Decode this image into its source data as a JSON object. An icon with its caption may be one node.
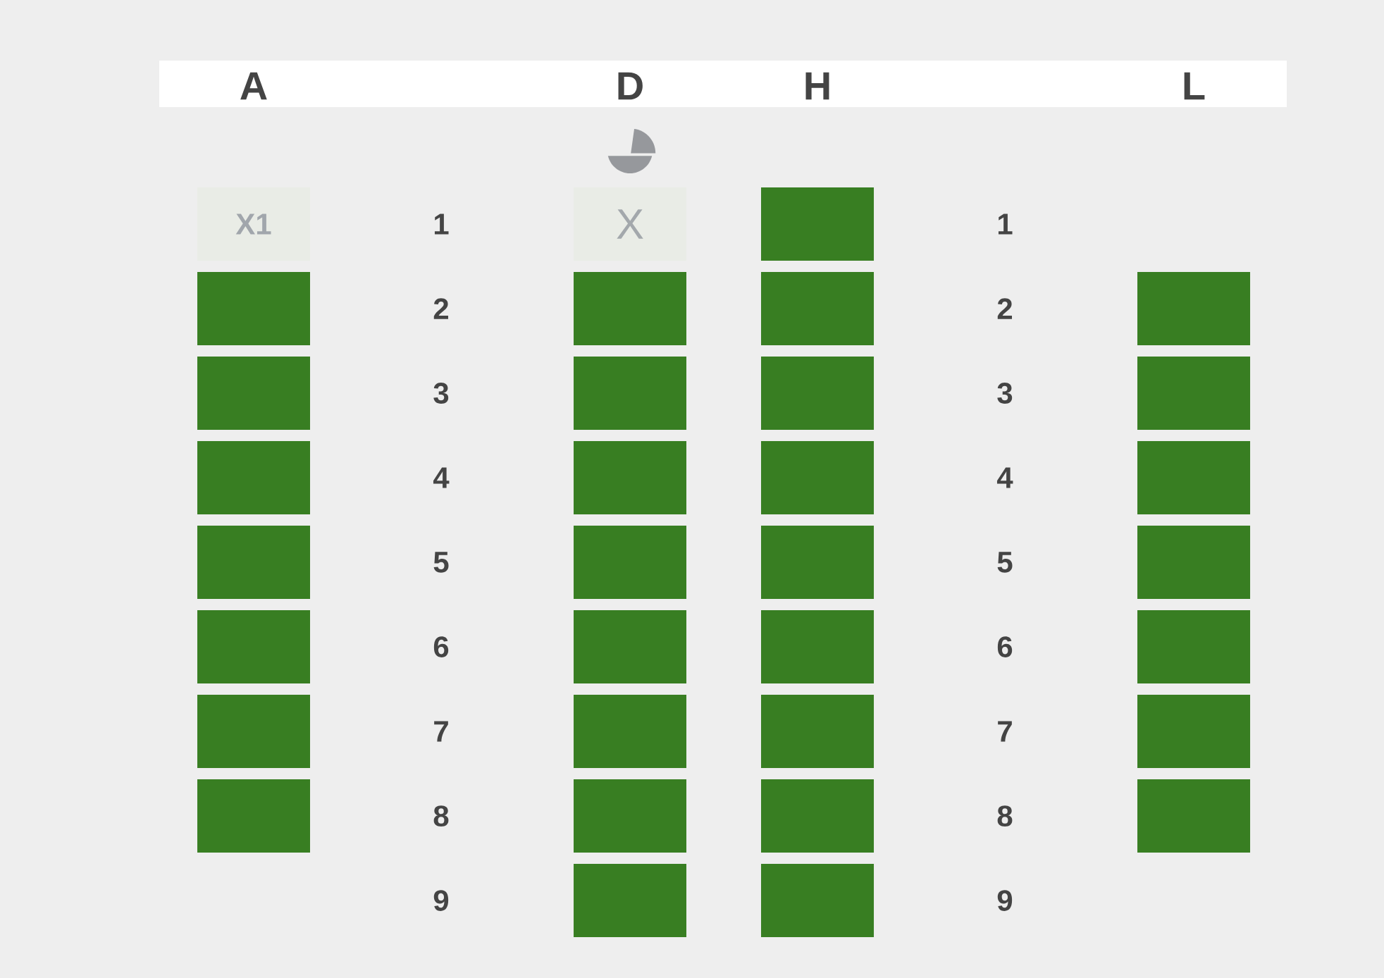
{
  "diagram": {
    "nodes": [
      {
        "text": [
          "A",
          "D",
          "H",
          "L"
        ]
      },
      {
        "text": [
          "X1"
        ]
      },
      {
        "text": [
          "X"
        ]
      },
      {
        "text": [],
        "shape": "box"
      },
      {
        "text": [],
        "shape": "box"
      },
      {
        "text": [],
        "shape": "box"
      },
      {
        "text": [],
        "shape": "box"
      },
      {
        "text": [],
        "shape": "box"
      },
      {
        "text": [],
        "shape": "box"
      },
      {
        "text": [],
        "shape": "box"
      },
      {
        "text": [],
        "shape": "box"
      },
      {
        "text": [],
        "shape": "box"
      },
      {
        "text": [],
        "shape": "box"
      },
      {
        "text": [],
        "shape": "box"
      },
      {
        "text": [],
        "shape": "box"
      },
      {
        "text": [],
        "shape": "box"
      },
      {
        "text": [],
        "shape": "box"
      },
      {
        "text": [],
        "shape": "box"
      },
      {
        "text": [],
        "shape": "box"
      },
      {
        "text": [],
        "shape": "box"
      },
      {
        "text": [],
        "shape": "box"
      },
      {
        "text": [],
        "shape": "box"
      },
      {
        "text": [],
        "shape": "box"
      },
      {
        "text": [],
        "shape": "box"
      },
      {
        "text": [],
        "shape": "box"
      },
      {
        "text": [],
        "shape": "box"
      },
      {
        "text": [],
        "shape": "box"
      },
      {
        "text": [],
        "shape": "box"
      },
      {
        "text": [],
        "shape": "box"
      },
      {
        "text": [],
        "shape": "box"
      },
      {
        "text": [],
        "shape": "box"
      },
      {
        "text": [],
        "shape": "box"
      },
      {
        "text": [],
        "shape": "box"
      },
      {
        "text": [],
        "shape": "box"
      }
    ],
    "labels": [
      "1",
      "1",
      "2",
      "2",
      "3",
      "3",
      "4",
      "4",
      "5",
      "5",
      "6",
      "6",
      "7",
      "7",
      "8",
      "8",
      "9",
      "9"
    ]
  }
}
